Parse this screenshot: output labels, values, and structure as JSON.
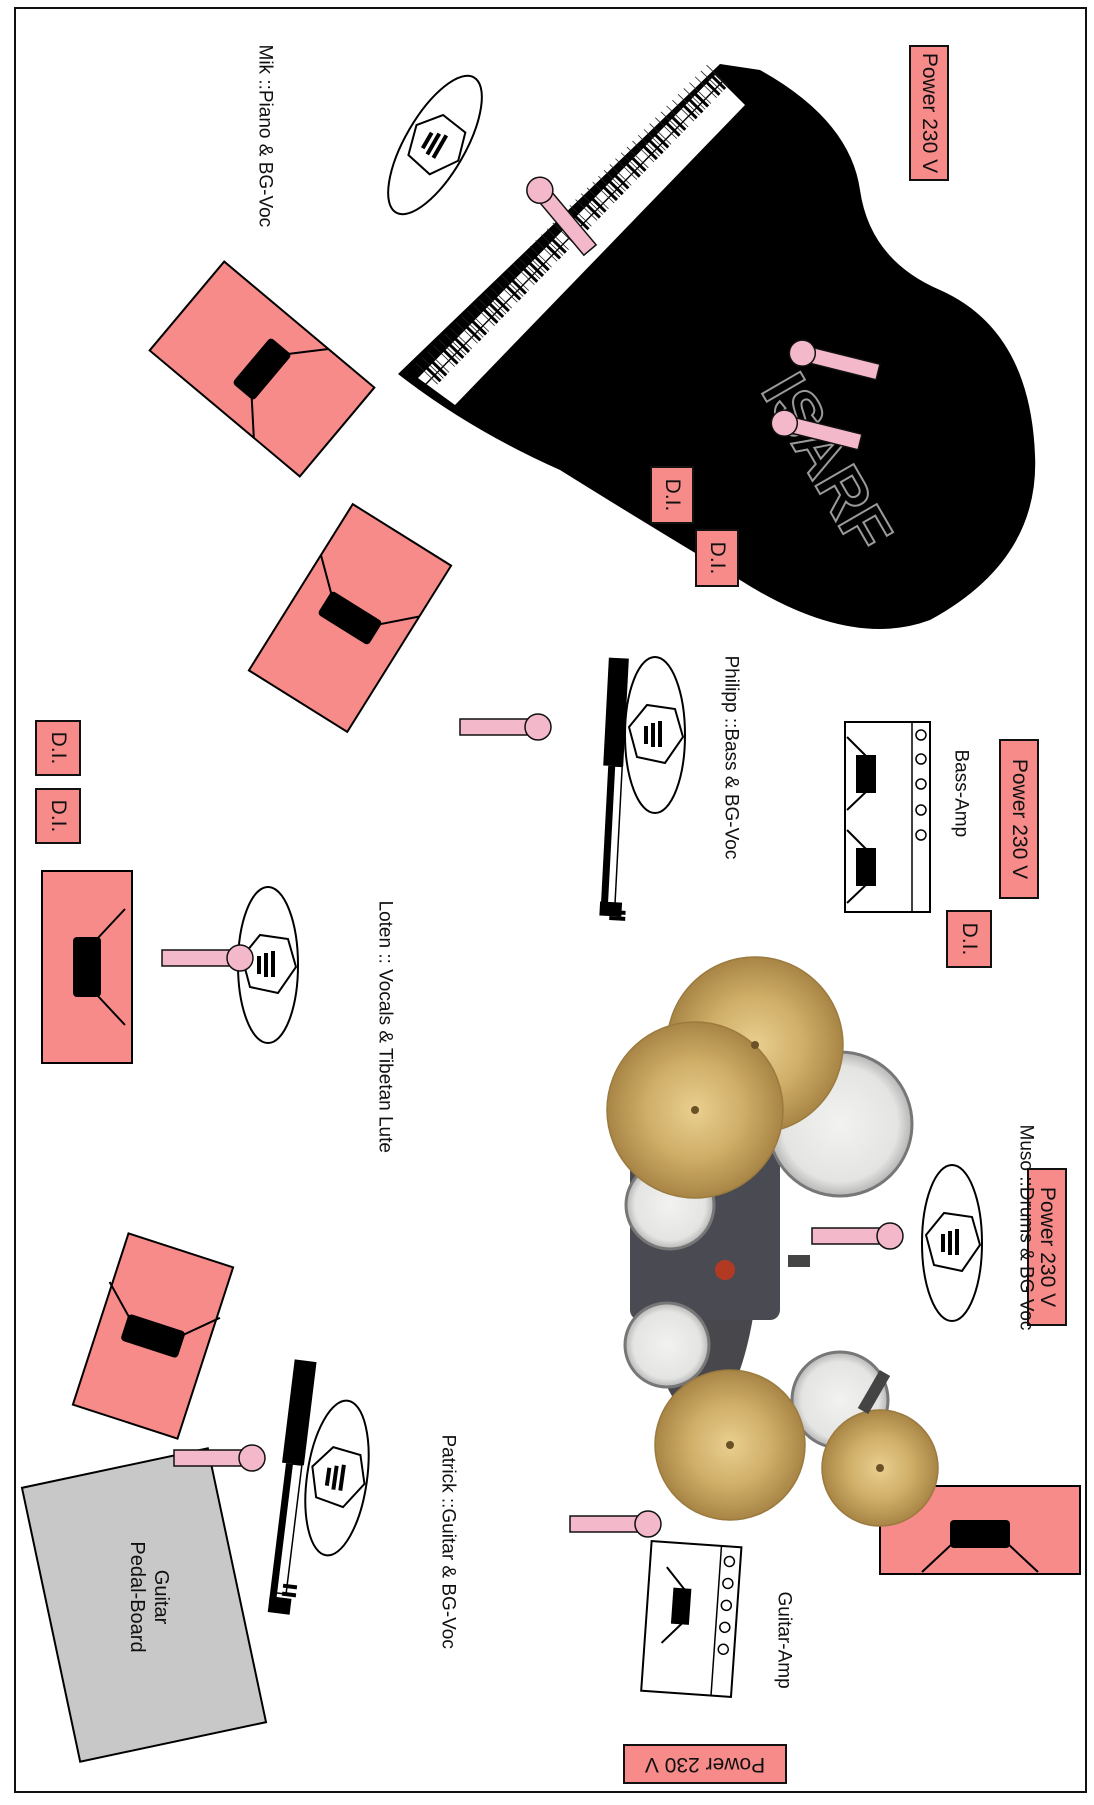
{
  "colors": {
    "monitor": "#f78b8a",
    "mic": "#f3b8c9",
    "pedalboard": "#c8c8c8",
    "piano": "#000000"
  },
  "power": [
    "Power 230 V",
    "Power 230 V",
    "Power 230 V",
    "Power 230 V"
  ],
  "di": [
    "D.I.",
    "D.I.",
    "D.I.",
    "D.I.",
    "D.I."
  ],
  "musicians": {
    "mik": "Mik ::Piano & BG-Voc",
    "philipp": "Philipp ::Bass & BG-Voc",
    "loten": "Loten :: Vocals & Tibetan Lute",
    "muso": "Muso ::Drums & BG Voc",
    "patrick": "Patrick ::Guitar & BG-Voc"
  },
  "amps": {
    "bass": "Bass-Amp",
    "guitar": "Guitar-Amp"
  },
  "pedalboard": [
    "Guitar",
    "Pedal-Board"
  ],
  "piano_brand": "ISARF"
}
